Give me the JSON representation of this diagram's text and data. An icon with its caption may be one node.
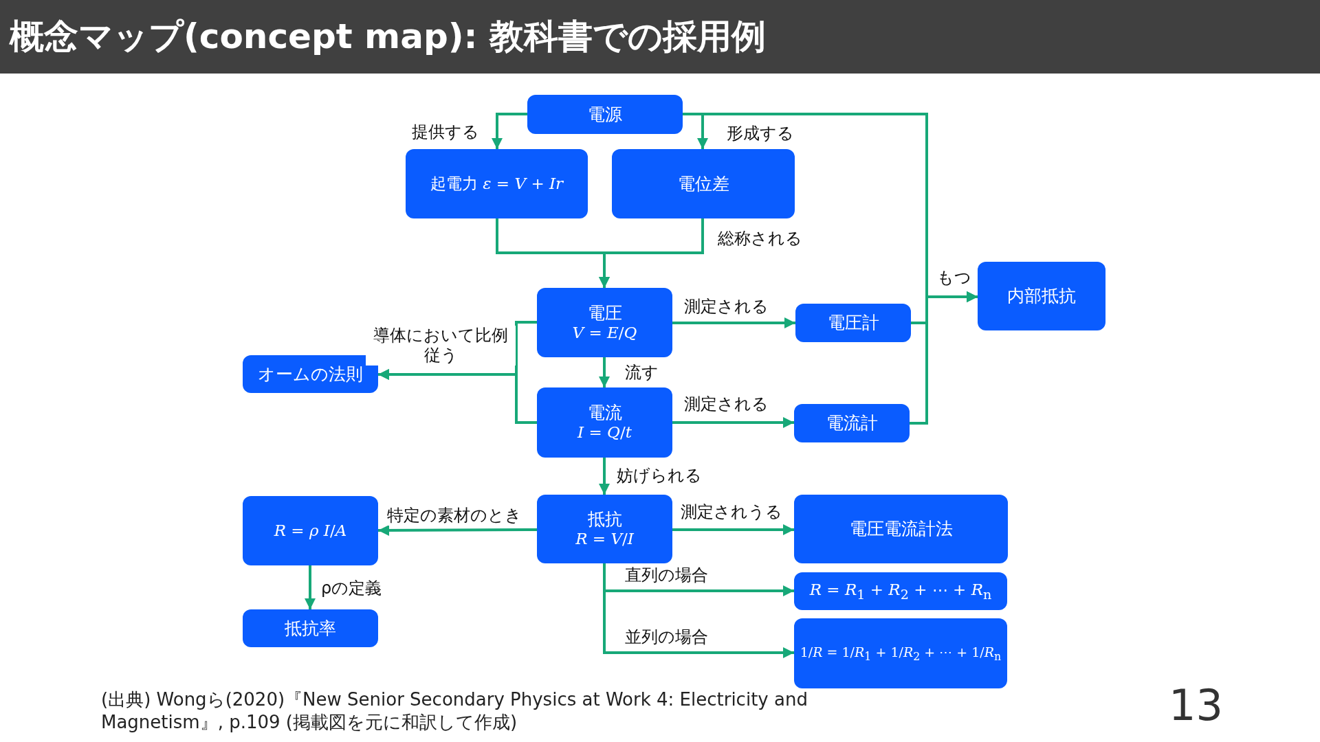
{
  "diagram": {
    "title": "概念マップ(concept map): 教科書での採用例",
    "caption": "(出典) Wongら(2020)『New Senior Secondary Physics at Work 4: Electricity and Magnetism』, p.109 (掲載図を元に和訳して作成)",
    "nodes": [
      {
        "text": [
          "電源"
        ]
      },
      {
        "text": [
          "起電力 *ε* = *V* + *Ir*"
        ]
      },
      {
        "text": [
          "電位差"
        ]
      },
      {
        "text": [
          "電圧",
          "*V* = *E*/*Q*"
        ]
      },
      {
        "text": [
          "電圧計"
        ]
      },
      {
        "text": [
          "内部抵抗"
        ]
      },
      {
        "text": [
          "オームの法則"
        ]
      },
      {
        "text": [
          "電流",
          "*I* = *Q*/*t*"
        ]
      },
      {
        "text": [
          "電流計"
        ]
      },
      {
        "text": [
          "抵抗",
          "*R* = *V*/*I*"
        ]
      },
      {
        "text": [
          "*R* = *ρ* *I*/*A*"
        ]
      },
      {
        "text": [
          "電圧電流計法"
        ]
      },
      {
        "text": [
          "抵抗率"
        ]
      },
      {
        "text": [
          "*R* = *R*$_{1}$ + *R*$_{2}$ + ⋯ + *R*$_{n}$"
        ]
      },
      {
        "text": [
          "1/*R* = 1/*R*$_{1}$ + 1/*R*$_{2}$ + ⋯ + 1/*R*$_{n}$"
        ]
      }
    ],
    "edges": [
      {
        "from": 0,
        "to": 1,
        "arrow": "to",
        "label": "提供する"
      },
      {
        "from": 0,
        "to": 2,
        "arrow": "to",
        "label": "形成する"
      },
      {
        "from": 0,
        "to": 5,
        "arrow": "to"
      },
      {
        "from": 4,
        "to": 5,
        "arrow": "to",
        "label": "もつ"
      },
      {
        "from": 8,
        "to": 5,
        "arrow": "to"
      },
      {
        "from": 1,
        "to": 3,
        "arrow": "to"
      },
      {
        "from": 2,
        "to": 3,
        "arrow": "to",
        "label": "総称される"
      },
      {
        "from": 3,
        "to": 4,
        "arrow": "to",
        "label": "測定される"
      },
      {
        "from": 3,
        "to": 7,
        "arrow": "to",
        "label": "流す"
      },
      {
        "from": 3,
        "to": 6,
        "arrow": "to",
        "label": "導体において比例従う"
      },
      {
        "from": 7,
        "to": 6,
        "arrow": "to"
      },
      {
        "from": 7,
        "to": 8,
        "arrow": "to",
        "label": "測定される"
      },
      {
        "from": 7,
        "to": 9,
        "arrow": "to",
        "label": "妨げられる"
      },
      {
        "from": 9,
        "to": 10,
        "arrow": "to",
        "label": "特定の素材のとき"
      },
      {
        "from": 9,
        "to": 11,
        "arrow": "to",
        "label": "測定されうる"
      },
      {
        "from": 9,
        "to": 13,
        "arrow": "to",
        "label": "直列の場合"
      },
      {
        "from": 9,
        "to": 14,
        "arrow": "to",
        "label": "並列の場合"
      },
      {
        "from": 10,
        "to": 12,
        "arrow": "to",
        "label": "ρの定義"
      }
    ],
    "labels": [
      "13"
    ]
  }
}
